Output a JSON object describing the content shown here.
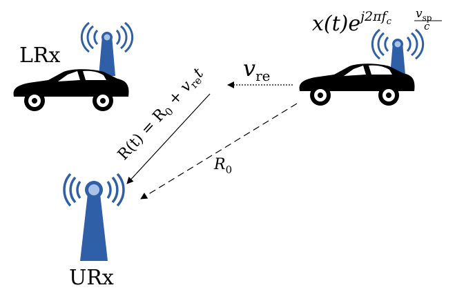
{
  "labels": {
    "lrx": "LRx",
    "urx": "URx",
    "v_re": "v",
    "v_re_sub": "re",
    "r0": "R",
    "r0_sub": "0",
    "signal": {
      "base": "x(t)e",
      "exp_prefix": "j2πf",
      "exp_sub": "c",
      "frac_num": "v",
      "frac_num_sub": "sp",
      "frac_den": "c"
    },
    "range_eq": {
      "lhs": "R(t) = R",
      "lhs_sub": "0",
      "plus": " + v",
      "v_sub": "re",
      "t": "t"
    }
  },
  "colors": {
    "car": "#000000",
    "wheel": "#ffffff",
    "antenna_blue": "#2f5fa7",
    "antenna_light": "#a9c3e6",
    "line": "#000000"
  },
  "icons": {
    "left_car": "car-icon",
    "right_car": "car-icon",
    "tower": "antenna-tower-icon"
  }
}
